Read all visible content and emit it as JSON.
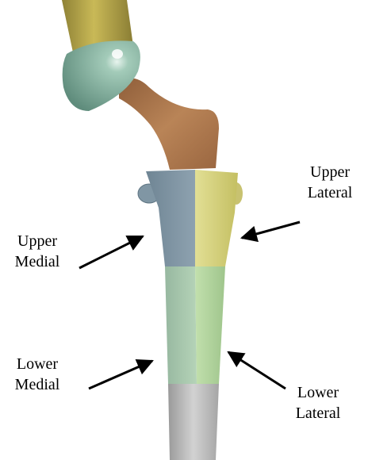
{
  "labels": {
    "upper_lateral": [
      "Upper",
      "Lateral"
    ],
    "upper_medial": [
      "Upper",
      "Medial"
    ],
    "lower_medial": [
      "Lower",
      "Medial"
    ],
    "lower_lateral": [
      "Lower",
      "Lateral"
    ]
  },
  "colors": {
    "femur_shaft": "#b9a94a",
    "femoral_head": "#8fb8a6",
    "neck": "#a8764f",
    "upper_medial_region": "#7f94a3",
    "upper_lateral_region": "#d6d27e",
    "lower_medial_region": "#a9c9ad",
    "lower_lateral_region": "#b5d6a2",
    "stem": "#b9b9b9",
    "arrow": "#000000"
  }
}
